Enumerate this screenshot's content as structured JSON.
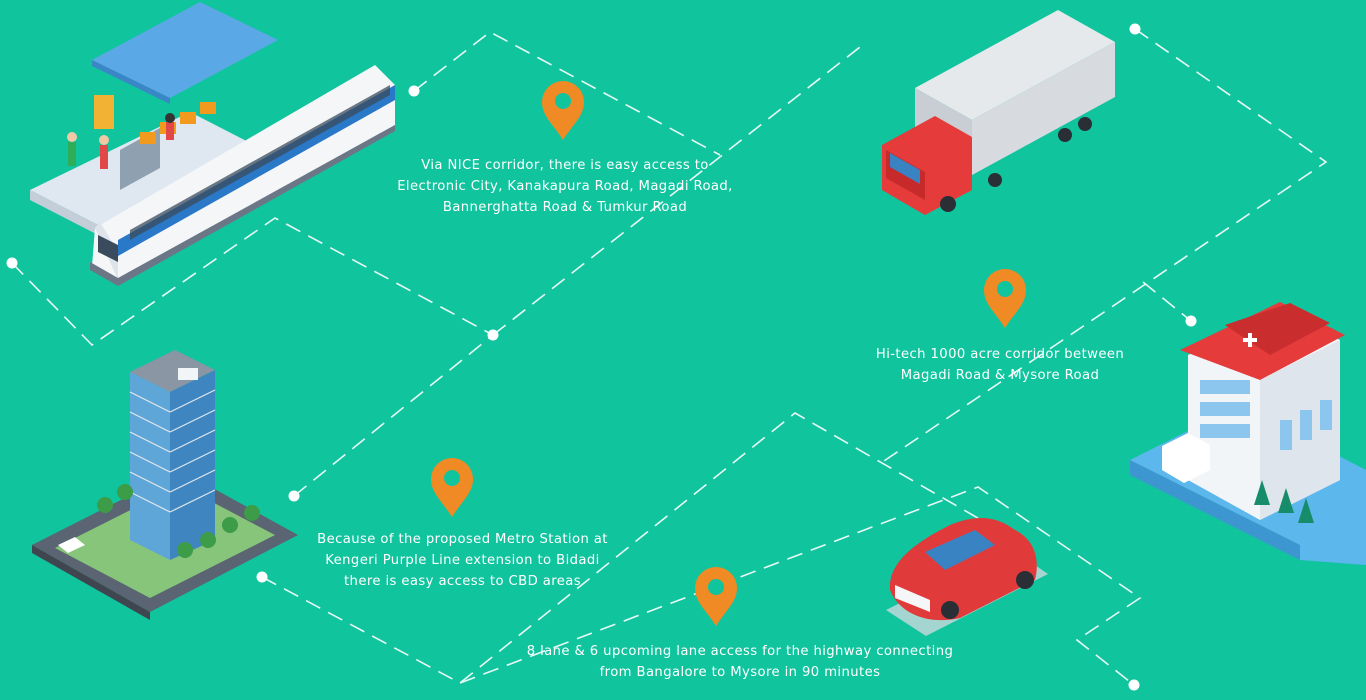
{
  "colors": {
    "background": "#10c49e",
    "pin": "#f08a24",
    "pin_dark": "#d96e12",
    "text": "#ffffff",
    "line": "#ffffff"
  },
  "features": [
    {
      "id": "nice-corridor",
      "illustration": "metro-train-station",
      "lines": [
        "Via NICE corridor, there is easy access to",
        "Electronic City, Kanakapura Road, Magadi Road,",
        "Bannerghatta Road & Tumkur Road"
      ]
    },
    {
      "id": "hitech-corridor",
      "illustration": "container-truck",
      "lines": [
        "Hi-tech 1000 acre corridor between",
        "Magadi Road & Mysore Road"
      ]
    },
    {
      "id": "metro-station",
      "illustration": "office-tower",
      "lines": [
        "Because of the proposed Metro Station at",
        "Kengeri Purple Line extension to Bidadi",
        "there is easy access to CBD areas"
      ]
    },
    {
      "id": "highway",
      "illustration": "red-car",
      "lines": [
        "8 lane & 6 upcoming lane access for the highway connecting",
        "from Bangalore to Mysore in 90 minutes"
      ]
    }
  ],
  "hospital": {
    "illustration": "hospital"
  }
}
